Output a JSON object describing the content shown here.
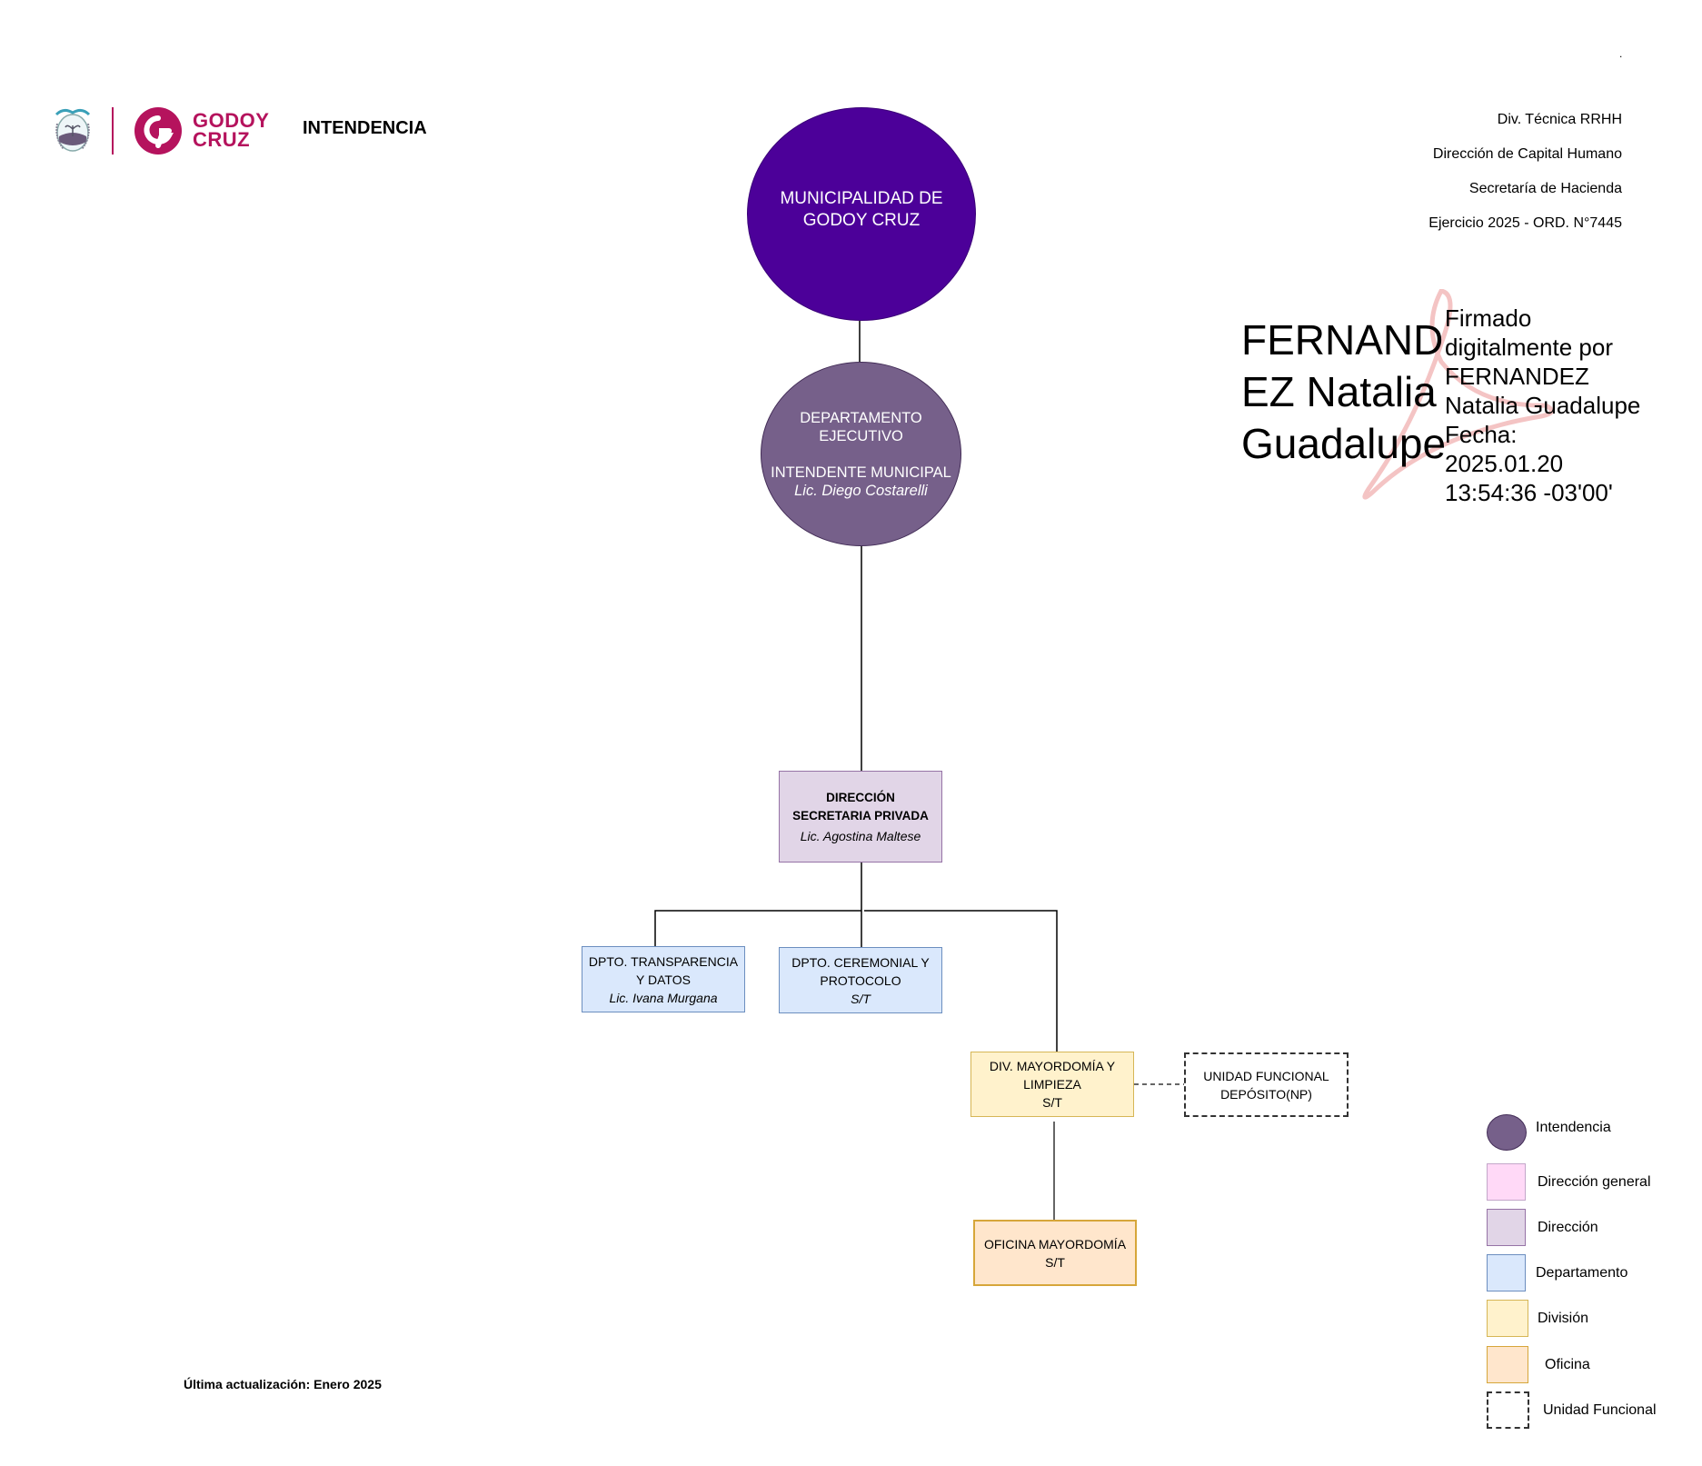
{
  "header": {
    "brand_line1": "GODOY",
    "brand_line2": "CRUZ",
    "title": "INTENDENCIA",
    "top_right_mark": ".",
    "info_lines": [
      "Div. Técnica RRHH",
      "Dirección de Capital Humano",
      "Secretaría de Hacienda",
      "Ejercicio 2025 - ORD. N°7445"
    ]
  },
  "signature": {
    "name_lines": [
      "FERNAND",
      "EZ Natalia",
      "Guadalupe"
    ],
    "detail_lines": [
      "Firmado",
      "digitalmente por",
      "FERNANDEZ",
      "Natalia Guadalupe",
      "Fecha: 2025.01.20",
      "13:54:36 -03'00'"
    ]
  },
  "org": {
    "municipalidad": {
      "line1": "MUNICIPALIDAD DE",
      "line2": "GODOY CRUZ"
    },
    "ejecutivo": {
      "line1": "DEPARTAMENTO",
      "line2": "EJECUTIVO",
      "role": "INTENDENTE MUNICIPAL",
      "person": "Lic. Diego Costarelli"
    },
    "direccion": {
      "line1": "DIRECCIÓN",
      "line2": "SECRETARIA PRIVADA",
      "person": "Lic. Agostina Maltese"
    },
    "dpto_transparencia": {
      "line1": "DPTO. TRANSPARENCIA",
      "line2": "Y DATOS",
      "person": "Lic. Ivana Murgana"
    },
    "dpto_ceremonial": {
      "line1": "DPTO. CEREMONIAL Y",
      "line2": "PROTOCOLO",
      "person": "S/T"
    },
    "div_mayordomia": {
      "line1": "DIV. MAYORDOMÍA Y",
      "line2": "LIMPIEZA",
      "person": "S/T"
    },
    "unidad_funcional": {
      "line1": "UNIDAD FUNCIONAL",
      "line2": "DEPÓSITO(NP)"
    },
    "oficina_mayordomia": {
      "line1": "OFICINA MAYORDOMÍA",
      "line2": "S/T"
    }
  },
  "legend": [
    {
      "label": "Intendencia",
      "shape": "ellipse",
      "fill": "#76608a",
      "stroke": "#432d57"
    },
    {
      "label": "Dirección general",
      "shape": "rect",
      "fill": "#ffd9f7",
      "stroke": "#c3a6c9"
    },
    {
      "label": "Dirección",
      "shape": "rect",
      "fill": "#e1d5e7",
      "stroke": "#9673a6"
    },
    {
      "label": "Departamento",
      "shape": "rect",
      "fill": "#dae8fc",
      "stroke": "#6c8ebf"
    },
    {
      "label": "División",
      "shape": "rect",
      "fill": "#fff2cc",
      "stroke": "#d6b656"
    },
    {
      "label": "Oficina",
      "shape": "rect",
      "fill": "#ffe6cc",
      "stroke": "#d6a63a"
    },
    {
      "label": "Unidad Funcional",
      "shape": "dashed",
      "fill": "#ffffff",
      "stroke": "#333333"
    }
  ],
  "footer": {
    "updated": "Última actualización: Enero 2025"
  },
  "colors": {
    "brand": "#b5135d",
    "municipalidad": "#4c0099",
    "intendencia": "#76608a"
  }
}
